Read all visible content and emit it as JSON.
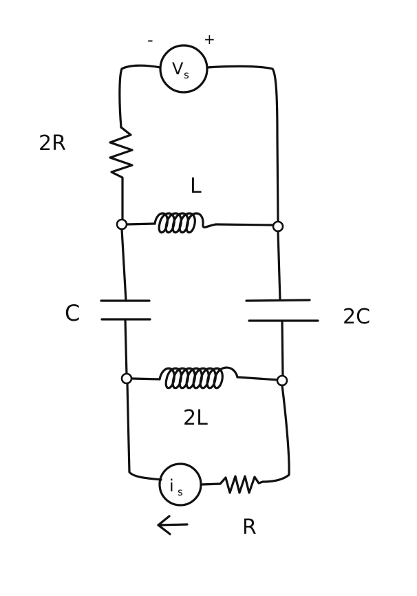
{
  "diagram": {
    "type": "circuit",
    "source_vs": {
      "symbol": "V",
      "subscript": "s",
      "minus": "-",
      "plus": "+"
    },
    "source_is": {
      "symbol": "i",
      "subscript": "s"
    },
    "components": {
      "resistor_top": "2R",
      "inductor_top": "L",
      "capacitor_left": "C",
      "capacitor_right": "2C",
      "inductor_bottom": "2L",
      "resistor_bottom": "R"
    },
    "current_arrow_direction": "left"
  }
}
